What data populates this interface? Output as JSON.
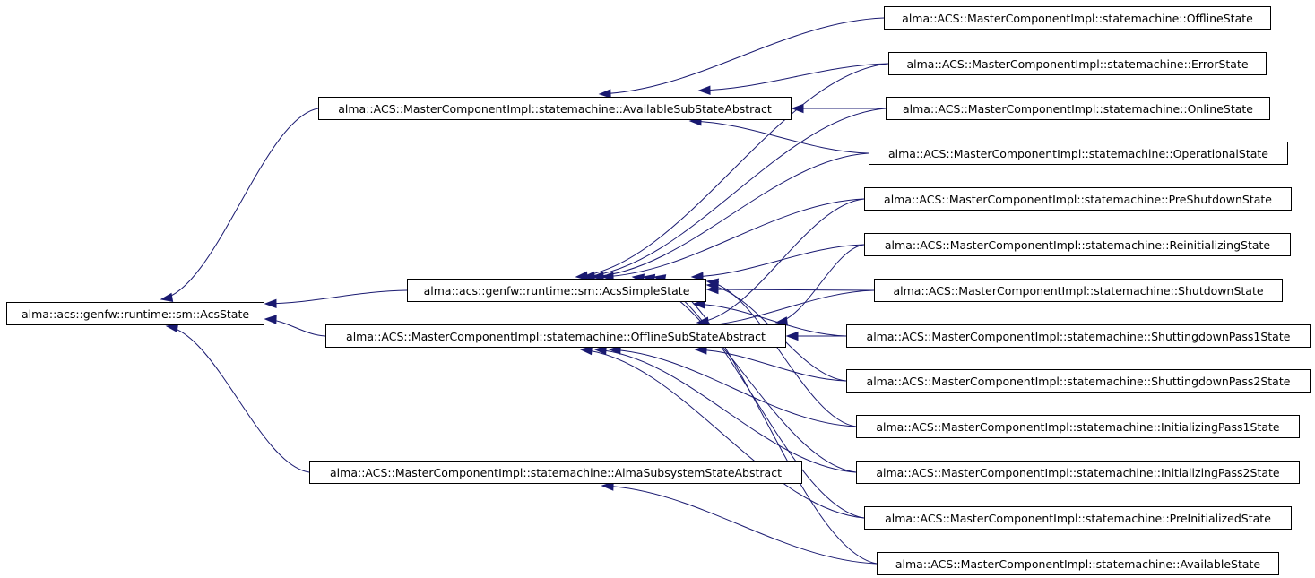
{
  "diagram": {
    "nodes": [
      {
        "id": "acsstate",
        "label": "alma::acs::genfw::runtime::sm::AcsState"
      },
      {
        "id": "available_sub",
        "label": "alma::ACS::MasterComponentImpl::statemachine::AvailableSubStateAbstract"
      },
      {
        "id": "simple",
        "label": "alma::acs::genfw::runtime::sm::AcsSimpleState"
      },
      {
        "id": "offline_sub",
        "label": "alma::ACS::MasterComponentImpl::statemachine::OfflineSubStateAbstract"
      },
      {
        "id": "alma_subsystem",
        "label": "alma::ACS::MasterComponentImpl::statemachine::AlmaSubsystemStateAbstract"
      },
      {
        "id": "offline",
        "label": "alma::ACS::MasterComponentImpl::statemachine::OfflineState"
      },
      {
        "id": "error",
        "label": "alma::ACS::MasterComponentImpl::statemachine::ErrorState"
      },
      {
        "id": "online",
        "label": "alma::ACS::MasterComponentImpl::statemachine::OnlineState"
      },
      {
        "id": "operational",
        "label": "alma::ACS::MasterComponentImpl::statemachine::OperationalState"
      },
      {
        "id": "preshutdown",
        "label": "alma::ACS::MasterComponentImpl::statemachine::PreShutdownState"
      },
      {
        "id": "reinitializing",
        "label": "alma::ACS::MasterComponentImpl::statemachine::ReinitializingState"
      },
      {
        "id": "shutdown",
        "label": "alma::ACS::MasterComponentImpl::statemachine::ShutdownState"
      },
      {
        "id": "sdpass1",
        "label": "alma::ACS::MasterComponentImpl::statemachine::ShuttingdownPass1State"
      },
      {
        "id": "sdpass2",
        "label": "alma::ACS::MasterComponentImpl::statemachine::ShuttingdownPass2State"
      },
      {
        "id": "initpass1",
        "label": "alma::ACS::MasterComponentImpl::statemachine::InitializingPass1State"
      },
      {
        "id": "initpass2",
        "label": "alma::ACS::MasterComponentImpl::statemachine::InitializingPass2State"
      },
      {
        "id": "preinit",
        "label": "alma::ACS::MasterComponentImpl::statemachine::PreInitializedState"
      },
      {
        "id": "available",
        "label": "alma::ACS::MasterComponentImpl::statemachine::AvailableState"
      }
    ],
    "edges": [
      {
        "from": "available_sub",
        "to": "acsstate"
      },
      {
        "from": "simple",
        "to": "acsstate"
      },
      {
        "from": "offline_sub",
        "to": "acsstate"
      },
      {
        "from": "alma_subsystem",
        "to": "acsstate"
      },
      {
        "from": "offline",
        "to": "available_sub"
      },
      {
        "from": "error",
        "to": "available_sub"
      },
      {
        "from": "online",
        "to": "available_sub"
      },
      {
        "from": "operational",
        "to": "available_sub"
      },
      {
        "from": "error",
        "to": "simple"
      },
      {
        "from": "online",
        "to": "simple"
      },
      {
        "from": "operational",
        "to": "simple"
      },
      {
        "from": "preshutdown",
        "to": "simple"
      },
      {
        "from": "reinitializing",
        "to": "simple"
      },
      {
        "from": "shutdown",
        "to": "simple"
      },
      {
        "from": "sdpass1",
        "to": "simple"
      },
      {
        "from": "sdpass2",
        "to": "simple"
      },
      {
        "from": "initpass1",
        "to": "simple"
      },
      {
        "from": "initpass2",
        "to": "simple"
      },
      {
        "from": "preinit",
        "to": "simple"
      },
      {
        "from": "available",
        "to": "simple"
      },
      {
        "from": "preshutdown",
        "to": "offline_sub"
      },
      {
        "from": "reinitializing",
        "to": "offline_sub"
      },
      {
        "from": "shutdown",
        "to": "offline_sub"
      },
      {
        "from": "sdpass1",
        "to": "offline_sub"
      },
      {
        "from": "sdpass2",
        "to": "offline_sub"
      },
      {
        "from": "initpass1",
        "to": "offline_sub"
      },
      {
        "from": "initpass2",
        "to": "offline_sub"
      },
      {
        "from": "preinit",
        "to": "offline_sub"
      },
      {
        "from": "available",
        "to": "alma_subsystem"
      }
    ],
    "colors": {
      "edge": "#191970",
      "border": "#000000",
      "node_fill": "#ffffff"
    }
  }
}
